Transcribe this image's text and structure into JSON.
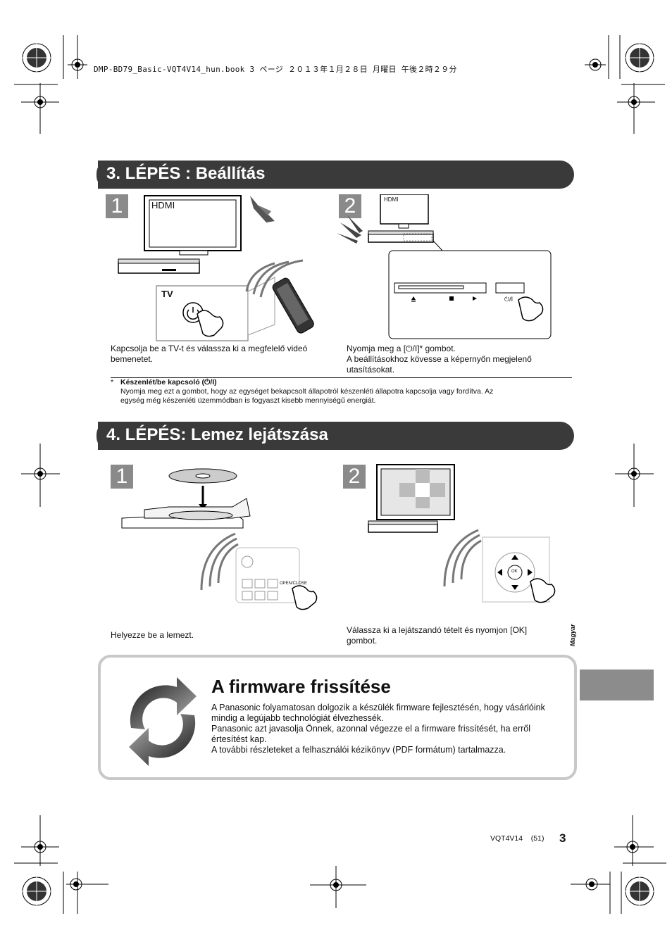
{
  "header": {
    "book_line": "DMP-BD79_Basic-VQT4V14_hun.book  3 ページ  ２０１３年１月２８日  月曜日  午後２時２９分"
  },
  "step3": {
    "title": "3. LÉPÉS : Beállítás",
    "panel1": {
      "number": "1",
      "tv_screen_label": "HDMI",
      "remote_tv_label": "TV",
      "caption_lines": [
        "Kapcsolja be a TV-t és válassza ki a megfelelő videó",
        "bemenetet."
      ]
    },
    "panel2": {
      "number": "2",
      "tv_screen_label": "HDMI",
      "power_button_label": "⏻/I",
      "caption_lines": [
        "Nyomja meg a [⏻/I]* gombot.",
        "A beállításokhoz kövesse a képernyőn megjelenő",
        "utasításokat."
      ]
    },
    "footnote": {
      "marker": "*",
      "title": "Készenlét/be kapcsoló (⏻/I)",
      "lines": [
        "Nyomja meg ezt a gombot, hogy az egységet bekapcsolt állapotról készenléti állapotra kapcsolja vagy fordítva. Az",
        "egység még készenléti üzemmódban is fogyaszt kisebb mennyiségű energiát."
      ]
    }
  },
  "step4": {
    "title": "4. LÉPÉS: Lemez lejátszása",
    "panel1": {
      "number": "1",
      "remote_button_label": "OPEN/CLOSE",
      "caption_lines": [
        "Helyezze be a lemezt."
      ]
    },
    "panel2": {
      "number": "2",
      "remote_ok_label": "OK",
      "caption_lines": [
        "Válassza ki a lejátszandó tételt és nyomjon [OK]",
        "gombot."
      ]
    }
  },
  "firmware": {
    "title": "A firmware frissítése",
    "lines": [
      "A Panasonic folyamatosan dolgozik a készülék firmware fejlesztésén, hogy vásárlóink",
      "mindig a legújabb technológiát élvezhessék.",
      "Panasonic azt javasolja Önnek, azonnal végezze el a firmware frissítését, ha erről",
      "értesítést kap.",
      "A további részleteket a felhasználói kézikönyv (PDF formátum) tartalmazza."
    ]
  },
  "side": {
    "language": "Magyar"
  },
  "footer": {
    "code": "VQT4V14    (51)",
    "page_number": "3"
  },
  "colors": {
    "banner": "#3a3a3a",
    "number_box": "#8a8a8a",
    "side_tab": "#8c8c8c",
    "frame": "#c8c8c8"
  }
}
